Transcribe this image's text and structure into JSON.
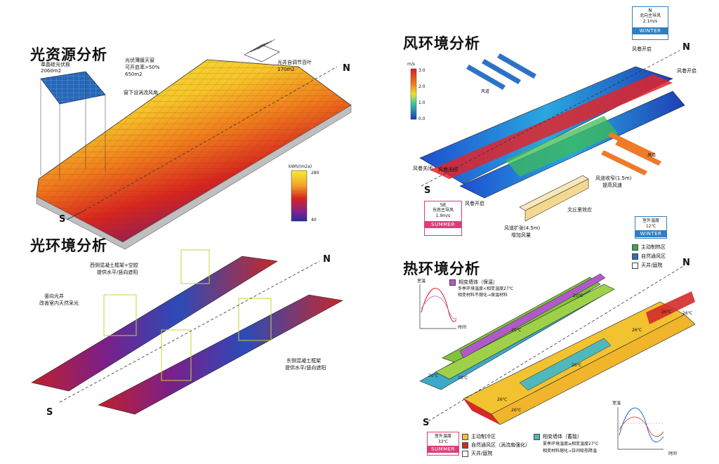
{
  "solar": {
    "title": "光资源分析",
    "pv_label": "单晶硅光伏板",
    "pv_area": "2060m2",
    "film_label": "光伏薄膜天窗",
    "film_ratio": "可开启率>50%",
    "film_area": "650m2",
    "fan_label": "窗下设涡流风扇",
    "louver_label": "光井自调节百叶",
    "louver_area": "170m2",
    "legend_unit": "kWh/(m2a)",
    "legend_max": "280",
    "legend_min": "40",
    "north": "N",
    "south": "S"
  },
  "light": {
    "title": "光环境分析",
    "west_frame": "西侧混凝土框架+空腔",
    "west_frame_2": "提供水平/竖向遮阳",
    "lightwell": "竖向光井",
    "lightwell_2": "改善室内天然采光",
    "east_frame": "东侧混凝土框架",
    "east_frame_2": "提供水平/竖向遮阳",
    "north": "N",
    "south": "S"
  },
  "wind": {
    "title": "风环境分析",
    "scale_unit": "m/s",
    "scale_ticks": [
      "3.0",
      "2.0",
      "1.0",
      "0.0"
    ],
    "open_top": "风巷开启",
    "close_top": "风巷关闭",
    "open_right": "风巷开启",
    "close_left": "风巷关闭",
    "open_bottom": "风巷开启",
    "air_left": "风道",
    "air_right": "风道",
    "duct_narrow": "风道收窄(1.5m)",
    "duct_narrow_2": "提高风速",
    "venturi": "文丘里效应",
    "duct_wide": "风道扩张(4.5m)",
    "duct_wide_2": "增加风量",
    "winter_icon": "N",
    "winter_wind": "北向主导风",
    "winter_speed": "2.1m/s",
    "winter_tag": "WINTER",
    "summer_icon": "SE",
    "summer_wind": "东南主导风",
    "summer_speed": "1.9m/s",
    "summer_tag": "SUMMER",
    "north": "N",
    "south": "S"
  },
  "thermal": {
    "title": "热环境分析",
    "winter_temp_label": "室外温度",
    "winter_temp": "12℃",
    "winter_tag": "WINTER",
    "leg_active_heat": "主动制热区",
    "leg_natural_vent": "自然通风区",
    "leg_courtyard": "天井/庭院",
    "pcm_wall": "相变墙体（保温）",
    "pcm_wall_2": "冬季环境温度<相变温度27℃",
    "pcm_wall_3": "相变材料不熔化→保温材料",
    "pcm_wall_s": "相变墙体（蓄能）",
    "pcm_wall_s_2": "夏季环境温度≥相变温度27℃",
    "pcm_wall_s_3": "相变材料熔化→日间吸热降温",
    "summer_temp_label": "室外温度",
    "summer_temp": "33℃",
    "summer_tag": "SUMMER",
    "leg_active_cool": "主动制冷区",
    "leg_natural_vent_s": "自然通风区（涡流扇强化）",
    "leg_courtyard_s": "天井/庭院",
    "axis_temp": "室温",
    "axis_time": "时间",
    "axis_temp_s": "室温",
    "axis_time_s": "时间",
    "temps_winter": [
      "20℃",
      "20℃",
      "20℃",
      "18℃"
    ],
    "temps_summer": [
      "26℃",
      "26℃",
      "26℃",
      "26℃",
      "26℃",
      "26℃"
    ],
    "north": "N",
    "south": "S"
  },
  "colors": {
    "winter": "#2f7fc0",
    "summer": "#e03a7b",
    "heat_green": "#3fa845",
    "vent_blue": "#2c6fb6",
    "cool_yellow": "#f2c230",
    "vent_red": "#d42a2a",
    "pcm_purple": "#b05ac8",
    "pcm_teal": "#4fb8bc"
  }
}
